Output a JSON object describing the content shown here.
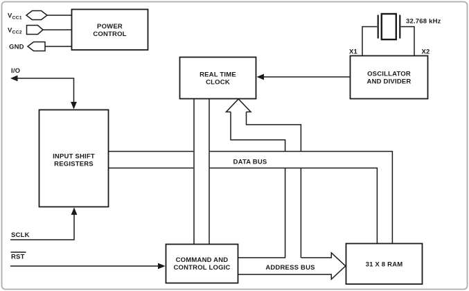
{
  "pins": {
    "vcc1": {
      "base": "V",
      "sub": "CC1"
    },
    "vcc2": {
      "base": "V",
      "sub": "CC2"
    },
    "gnd": "GND",
    "io": "I/O",
    "sclk": "SCLK",
    "rst": "RST"
  },
  "blocks": {
    "power_control": {
      "line1": "POWER",
      "line2": "CONTROL"
    },
    "real_time_clock": {
      "line1": "REAL TIME",
      "line2": "CLOCK"
    },
    "oscillator_and_divider": {
      "line1": "OSCILLATOR",
      "line2": "AND DIVIDER"
    },
    "input_shift_registers": {
      "line1": "INPUT SHIFT",
      "line2": "REGISTERS"
    },
    "command_and_control_logic": {
      "line1": "COMMAND AND",
      "line2": "CONTROL LOGIC"
    },
    "ram": {
      "label": "31 X 8 RAM"
    }
  },
  "buses": {
    "data_bus": "DATA BUS",
    "address_bus": "ADDRESS BUS"
  },
  "crystal": {
    "frequency": "32.768 kHz",
    "x1": "X1",
    "x2": "X2"
  },
  "colors": {
    "line": "#1a1a1a",
    "background": "#ffffff",
    "frame": "#adadad"
  }
}
